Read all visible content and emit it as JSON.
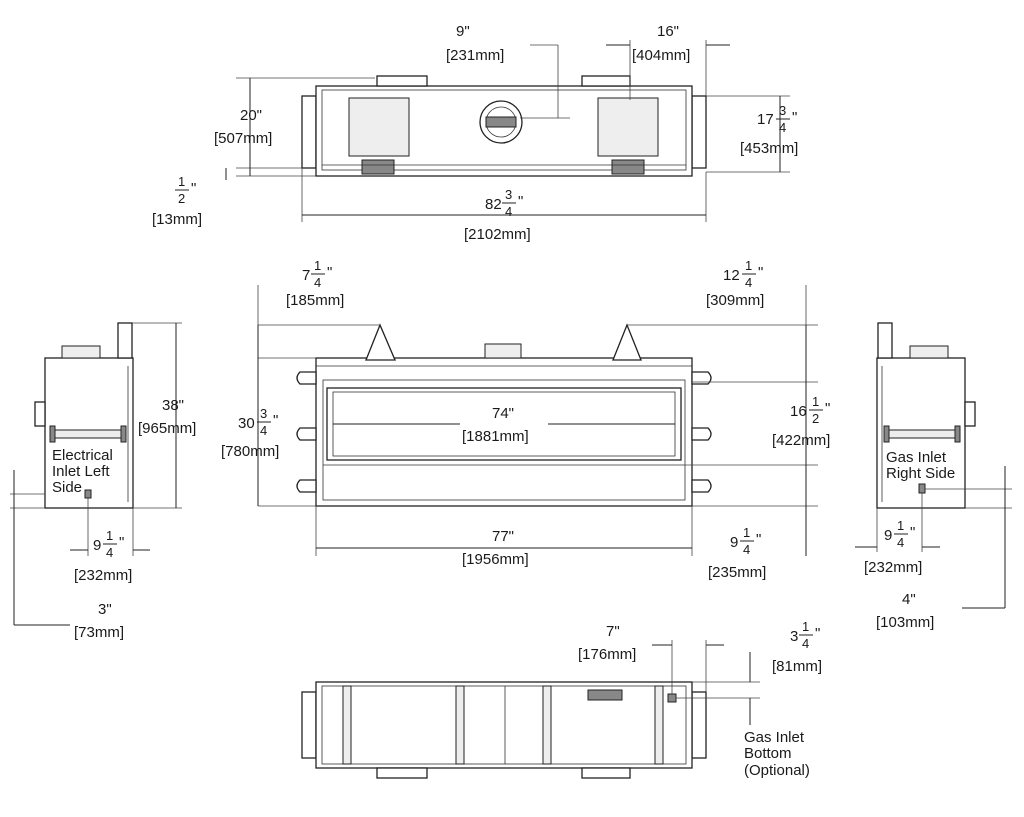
{
  "top_view": {
    "d_9": {
      "in": "9\"",
      "mm": "[231mm]"
    },
    "d_16": {
      "in": "16\"",
      "mm": "[404mm]"
    },
    "d_20": {
      "in": "20\"",
      "mm": "[507mm]"
    },
    "d_17": {
      "whole": "17",
      "num": "3",
      "den": "4",
      "unit": "\"",
      "mm": "[453mm]"
    },
    "d_half": {
      "num": "1",
      "den": "2",
      "unit": "\"",
      "mm": "[13mm]"
    },
    "d_82": {
      "whole": "82",
      "num": "3",
      "den": "4",
      "unit": "\"",
      "mm": "[2102mm]"
    }
  },
  "front_view": {
    "d_7": {
      "whole": "7",
      "num": "1",
      "den": "4",
      "unit": "\"",
      "mm": "[185mm]"
    },
    "d_12": {
      "whole": "12",
      "num": "1",
      "den": "4",
      "unit": "\"",
      "mm": "[309mm]"
    },
    "d_30": {
      "whole": "30",
      "num": "3",
      "den": "4",
      "unit": "\"",
      "mm": "[780mm]"
    },
    "d_74": {
      "in": "74\"",
      "mm": "[1881mm]"
    },
    "d_16h": {
      "whole": "16",
      "num": "1",
      "den": "2",
      "unit": "\"",
      "mm": "[422mm]"
    },
    "d_77": {
      "in": "77\"",
      "mm": "[1956mm]"
    },
    "d_9r": {
      "whole": "9",
      "num": "1",
      "den": "4",
      "unit": "\"",
      "mm": "[235mm]"
    }
  },
  "left_view": {
    "d_38": {
      "in": "38\"",
      "mm": "[965mm]"
    },
    "note": [
      "Electrical",
      "Inlet Left",
      "Side"
    ],
    "d_9": {
      "whole": "9",
      "num": "1",
      "den": "4",
      "unit": "\"",
      "mm": "[232mm]"
    },
    "d_3": {
      "in": "3\"",
      "mm": "[73mm]"
    }
  },
  "right_view": {
    "note": [
      "Gas Inlet",
      "Right Side"
    ],
    "d_9": {
      "whole": "9",
      "num": "1",
      "den": "4",
      "unit": "\"",
      "mm": "[232mm]"
    },
    "d_4": {
      "in": "4\"",
      "mm": "[103mm]"
    }
  },
  "bottom_view": {
    "d_7": {
      "in": "7\"",
      "mm": "[176mm]"
    },
    "d_3": {
      "whole": "3",
      "num": "1",
      "den": "4",
      "unit": "\"",
      "mm": "[81mm]"
    },
    "note": [
      "Gas Inlet",
      "Bottom",
      "(Optional)"
    ]
  }
}
